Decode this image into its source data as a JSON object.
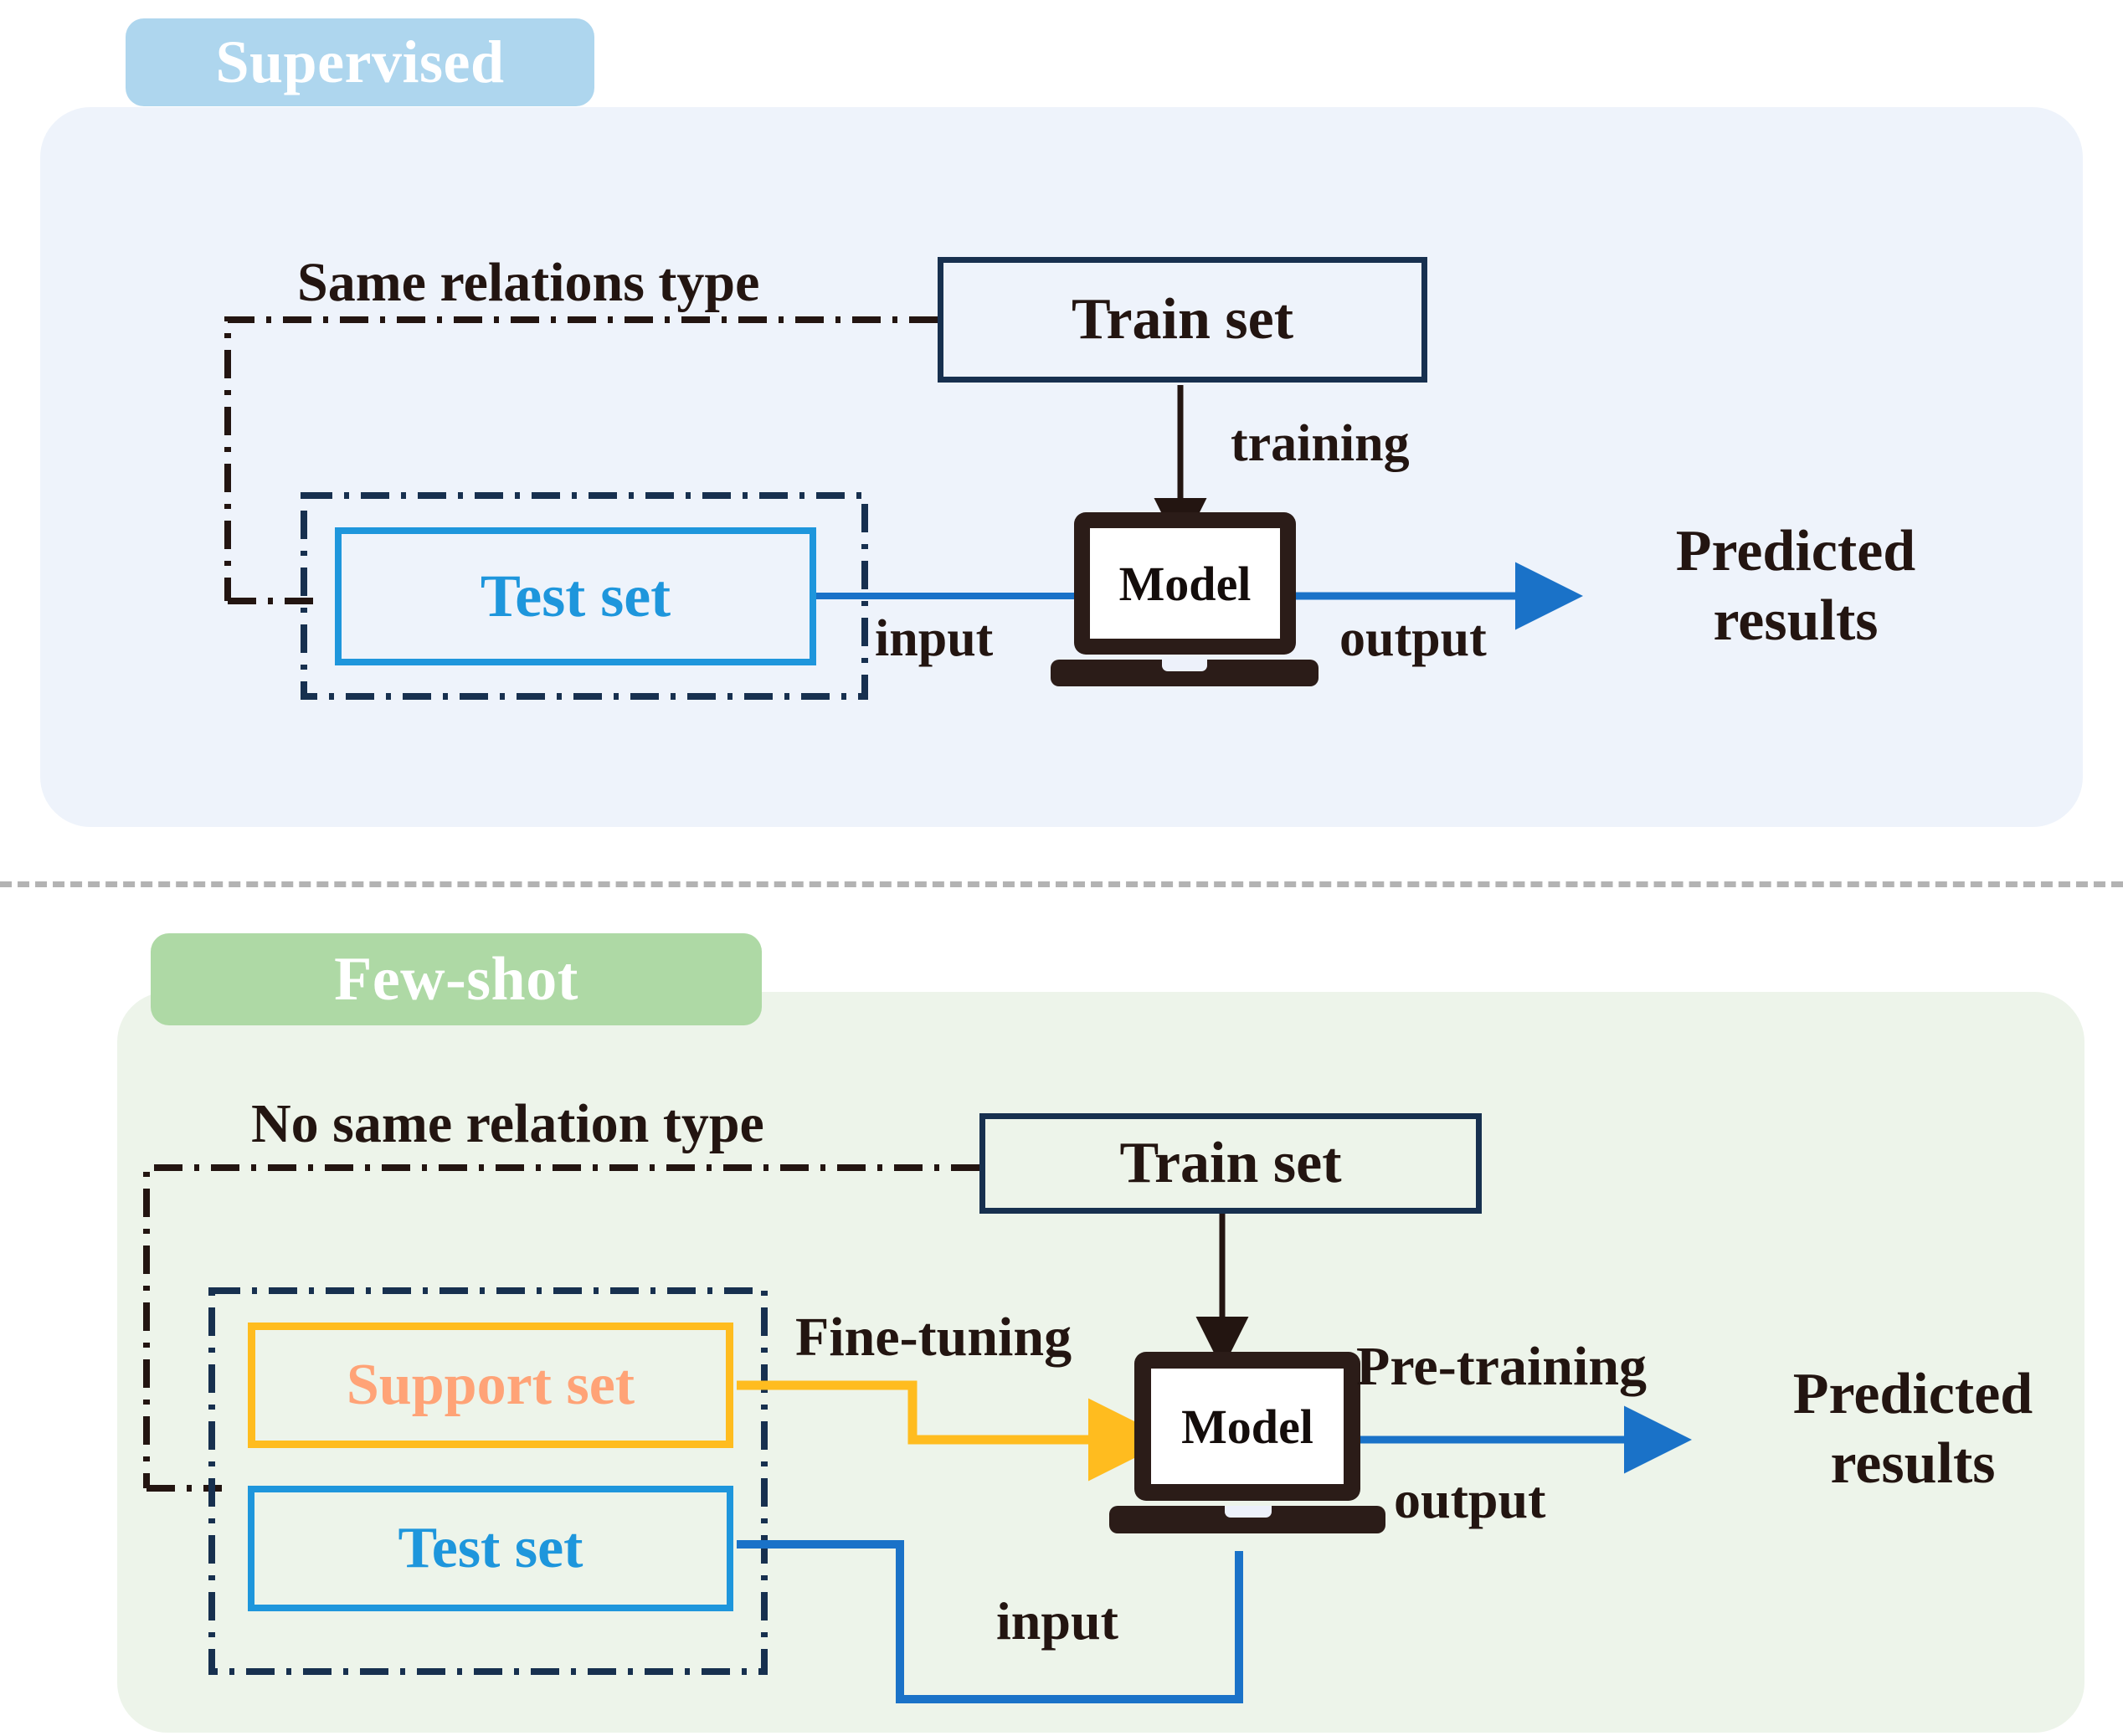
{
  "diagram": {
    "title_supervised": "Supervised",
    "title_fewshot": "Few-shot",
    "colors": {
      "panel_supervised_bg": "#eef3fb",
      "panel_fewshot_bg": "#edf4ea",
      "badge_supervised_bg": "#aed6ee",
      "badge_fewshot_bg": "#aed9a5",
      "train_box_border": "#17304f",
      "test_box_border": "#1e96dc",
      "support_box_border": "#ffbc1f",
      "support_text": "#ffa377",
      "arrow_blue": "#1a72c8",
      "arrow_orange": "#ffbc1f",
      "arrow_dark": "#231511",
      "divider": "#b3b3b3",
      "laptop_body": "#2b1c18"
    }
  },
  "supervised": {
    "badge_label": "Supervised",
    "relation_note": "Same relations type",
    "train_set": "Train set",
    "test_set": "Test set",
    "model": "Model",
    "training_label": "training",
    "input_label": "input",
    "output_label": "output",
    "predicted_line1": "Predicted",
    "predicted_line2": "results"
  },
  "fewshot": {
    "badge_label": "Few-shot",
    "relation_note": "No same relation type",
    "train_set": "Train set",
    "support_set": "Support set",
    "test_set": "Test set",
    "model": "Model",
    "fine_tuning_label": "Fine-tuning",
    "pre_training_label": "Pre-training",
    "input_label": "input",
    "output_label": "output",
    "predicted_line1": "Predicted",
    "predicted_line2": "results"
  }
}
